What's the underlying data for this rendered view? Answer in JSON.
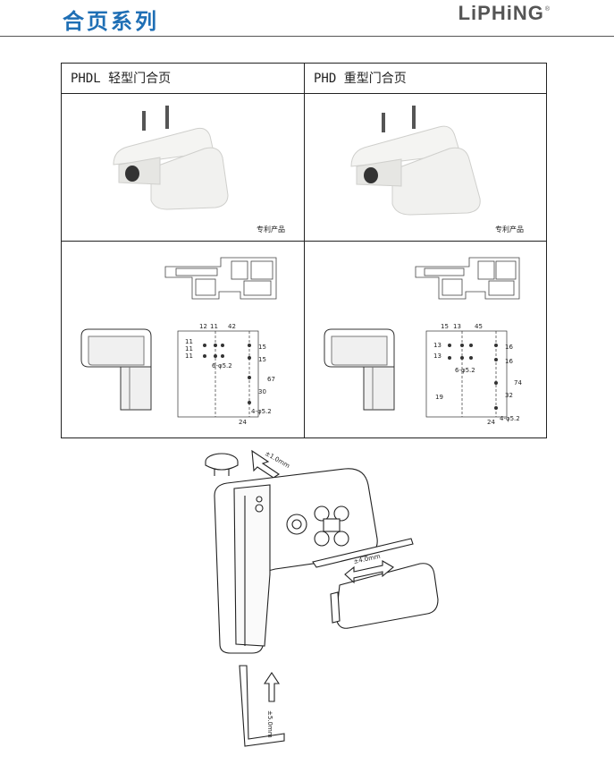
{
  "header": {
    "series_title": "合页系列",
    "brand": "LiPHiNG",
    "registered_mark": "®"
  },
  "products": [
    {
      "title": "PHDL  轻型门合页",
      "patent": "专利产品",
      "dims": {
        "top_left": "12",
        "top_mid": "11",
        "top_right": "42",
        "left_a": "11",
        "left_b": "11",
        "left_c": "11",
        "right_a": "15",
        "right_b": "15",
        "mid": "30",
        "tall": "67",
        "holes_top": "6-φ5.2",
        "holes_bottom": "4-φ5.2",
        "bottom": "24",
        "center": ""
      }
    },
    {
      "title": "PHD  重型门合页",
      "patent": "专利产品",
      "dims": {
        "top_left": "15",
        "top_mid": "13",
        "top_right": "45",
        "left_a": "13",
        "left_b": "13",
        "left_c": "",
        "right_a": "16",
        "right_b": "16",
        "mid": "32",
        "tall": "74",
        "holes_top": "6-φ5.2",
        "holes_bottom": "4-φ5.2",
        "bottom": "24",
        "center": "19"
      }
    }
  ],
  "adjust": {
    "cap": "±1.0mm",
    "side": "±4.0mm",
    "height": "±5.0mm"
  },
  "colors": {
    "title_blue": "#1f6fb5",
    "line": "#222222",
    "hinge_white": "#f4f4f2",
    "hinge_shade": "#d9d9d6"
  }
}
